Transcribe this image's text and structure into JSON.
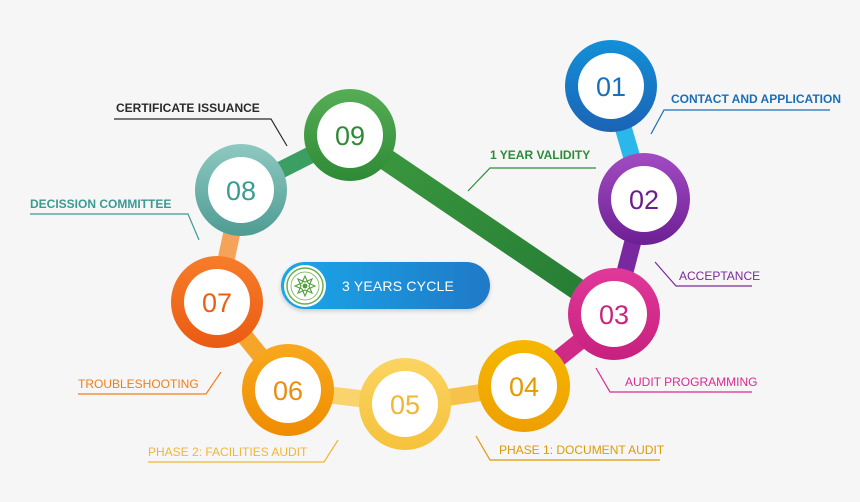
{
  "diagram": {
    "center_badge": {
      "text": "3 YEARS CYCLE",
      "seal_icon": "halal-certification-seal-icon"
    },
    "validity_label": {
      "text": "1 YEAR VALIDITY",
      "color": "#2e8b3a"
    },
    "steps": [
      {
        "number": "01",
        "label": "CONTACT AND APPLICATION",
        "color": "#1a84d0",
        "inner": "#5ab4ec"
      },
      {
        "number": "02",
        "label": "ACCEPTANCE",
        "color": "#8a2aa8",
        "inner": "#b06ac9"
      },
      {
        "number": "03",
        "label": "AUDIT PROGRAMMING",
        "color": "#d92b8e",
        "inner": "#ef6eb6"
      },
      {
        "number": "04",
        "label": "PHASE 1: DOCUMENT AUDIT",
        "color": "#f2a900",
        "inner": "#f9c43a"
      },
      {
        "number": "05",
        "label": "PHASE 2: FACILITIES AUDIT",
        "color": "#f7cd4d",
        "inner": "#fbe38c"
      },
      {
        "number": "06",
        "label": "TROUBLESHOOTING",
        "color": "#f49b12",
        "inner": "#f8bb3a"
      },
      {
        "number": "07",
        "label": "DECISSION COMMITTEE",
        "color": "#f26a1b",
        "inner": "#f89a4a"
      },
      {
        "number": "08",
        "label": "CERTIFICATE ISSUANCE",
        "color": "#5aa79e",
        "inner": "#a9d3cd"
      },
      {
        "number": "09",
        "label": "",
        "color": "#3f9a43",
        "inner": "#74bf6e"
      }
    ],
    "step_labels_extra": {
      "certificate_issuance_label_color": "#3a3a3a",
      "label_colors": {
        "contact": "#1a6fb8",
        "acceptance": "#7a2a9a",
        "audit_programming": "#d92b8e",
        "phase1": "#e09a00",
        "phase2": "#f3b534",
        "troubleshooting": "#ef7f1a",
        "decission": "#3a9b93",
        "certificate": "#2b2b2b"
      }
    }
  }
}
